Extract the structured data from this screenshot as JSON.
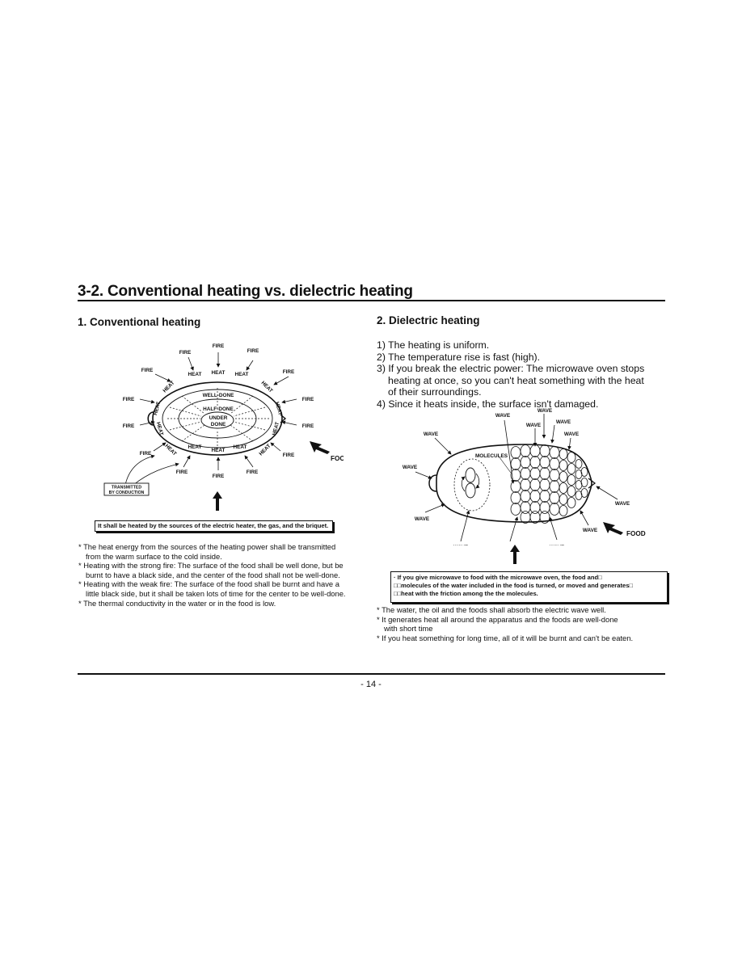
{
  "header": {
    "title": "3-2. Conventional heating vs. dielectric heating"
  },
  "conventional": {
    "heading": "1. Conventional heating",
    "diagram": {
      "fire": "FIRE",
      "heat": "HEAT",
      "well_done": "WELL-DONE",
      "half_done": "HALF-DONE",
      "under": "UNDER",
      "done": "DONE",
      "food": "FOOD",
      "transmitted_1": "TRANSMITTED",
      "transmitted_2": "BY CONDUCTION"
    },
    "caption": "It shall be heated by the sources of the electric heater, the gas, and the briquet.",
    "notes": [
      "* The heat energy from the sources of the heating power shall be transmitted",
      "from the warm surface to the cold inside.",
      "* Heating with the strong fire: The surface of the food shall be well done, but be",
      "burnt to have a black side, and the center of the food shall not be well-done.",
      "* Heating with the weak fire: The surface of the food shall be burnt and have a",
      "little black side, but it shall be taken lots of time for the center to be well-done.",
      "* The thermal conductivity in the water or in the food is low."
    ]
  },
  "dielectric": {
    "heading": "2. Dielectric heating",
    "points": [
      "1) The heating is uniform.",
      "2) The temperature rise is fast (high).",
      "3) If you break the electric power: The microwave oven stops",
      "heating at once, so you can't heat something with the heat",
      "of their surroundings.",
      "4) Since it heats inside, the surface isn't damaged."
    ],
    "diagram": {
      "wave": "WAVE",
      "molecules": "MOLECULES",
      "food": "FOOD"
    },
    "caption": [
      "· If you give microwave to food with the microwave oven, the food and□",
      "□□molecules of the water included in the food is turned, or moved and generates□",
      "□□heat with the friction among the the molecules."
    ],
    "notes": [
      "* The water, the oil and the foods shall absorb the electric wave well.",
      "* It generates heat all around the apparatus and the foods are well-done",
      "with short time",
      "* If you heat something for long time, all of it will be burnt and can't be eaten."
    ]
  },
  "footer": {
    "page": "- 14 -"
  }
}
